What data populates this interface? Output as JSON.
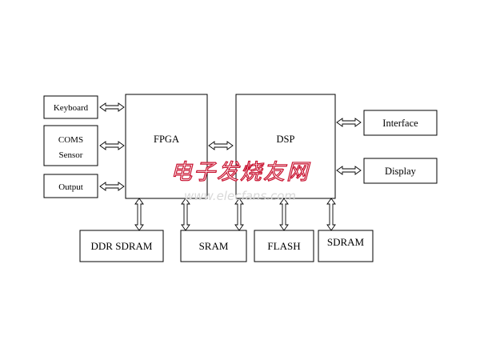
{
  "blocks": {
    "keyboard": "Keyboard",
    "coms_sensor_line1": "COMS",
    "coms_sensor_line2": "Sensor",
    "output": "Output",
    "fpga": "FPGA",
    "dsp": "DSP",
    "interface": "Interface",
    "display": "Display",
    "ddr_sdram": "DDR SDRAM",
    "sram": "SRAM",
    "flash": "FLASH",
    "sdram": "SDRAM"
  },
  "watermark": {
    "cn": "电子发烧友网",
    "url": "www.elecfans.com",
    "color": "#c8102e"
  },
  "colors": {
    "line": "#000000",
    "background": "#ffffff"
  }
}
